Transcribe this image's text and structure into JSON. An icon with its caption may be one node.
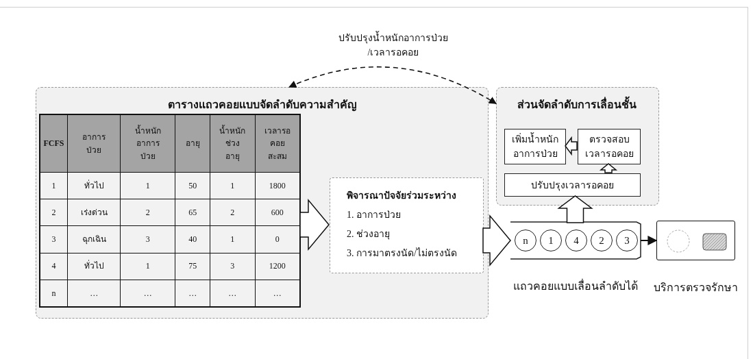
{
  "diagram": {
    "nodes": [
      {
        "text": [
          "ตารางแถวคอยแบบจัดลำดับความสำคัญ"
        ]
      },
      {
        "text": [],
        "shape": "box",
        "in": 0
      },
      {
        "text": [
          "พิจารณาปัจจัยร่วมระหว่าง",
          "1. อาการป่วย",
          "2. ช่วงอายุ",
          "3. การมาตรงนัด/ไม่ตรงนัด"
        ],
        "in": 0
      },
      {
        "text": [
          "ส่วนจัดลำดับการเลื่อนชั้น"
        ]
      },
      {
        "text": [
          "เพิ่มน้ำหนัก อาการป่วย"
        ],
        "in": 3
      },
      {
        "text": [
          "ตรวจสอบ เวลารอคอย"
        ],
        "in": 3
      },
      {
        "text": [
          "ปรับปรุงเวลารอคอย"
        ],
        "in": 3
      },
      {
        "text": [],
        "shape": "bar",
        "beside": [
          "แถวคอยแบบเลื่อนลำดับได้"
        ]
      },
      {
        "text": [
          "n"
        ],
        "in": 7
      },
      {
        "text": [
          "1"
        ],
        "in": 7
      },
      {
        "text": [
          "4"
        ],
        "in": 7
      },
      {
        "text": [
          "2"
        ],
        "in": 7
      },
      {
        "text": [
          "3"
        ],
        "in": 7
      },
      {
        "text": [],
        "shape": "box",
        "beside": [
          "บริการตรวจรักษา"
        ]
      }
    ],
    "edges": [
      {
        "from": 1,
        "to": 2,
        "arrow": "to",
        "style": "thick"
      },
      {
        "from": 2,
        "to": 7,
        "arrow": "to",
        "style": "thick"
      },
      {
        "from": 7,
        "to": 6,
        "arrow": "to",
        "style": "thick"
      },
      {
        "from": 6,
        "to": 5,
        "arrow": "to",
        "style": "thick"
      },
      {
        "from": 5,
        "to": 4,
        "arrow": "to",
        "style": "thick"
      },
      {
        "from": 7,
        "to": 13,
        "arrow": "to"
      },
      {
        "from": 0,
        "to": 3,
        "arrow": "both",
        "style": "dashed",
        "label": "ปรับปรุงน้ำหนักอาการป่วย /เวลารอคอย"
      }
    ],
    "labels": [
      "FCFS",
      "อาการ ป่วย",
      "น้ำหนัก อาการ ป่วย",
      "อายุ",
      "น้ำหนัก ช่วง อายุ",
      "เวลารอ คอย สะสม",
      "1",
      "ทั่วไป",
      "1",
      "50",
      "1",
      "1800",
      "2",
      "เร่งด่วน",
      "2",
      "65",
      "2",
      "600",
      "3",
      "ฉุกเฉิน",
      "3",
      "40",
      "1",
      "0",
      "4",
      "ทั่วไป",
      "1",
      "75",
      "3",
      "1200",
      "n",
      "…",
      "…",
      "…",
      "…",
      "…"
    ]
  }
}
